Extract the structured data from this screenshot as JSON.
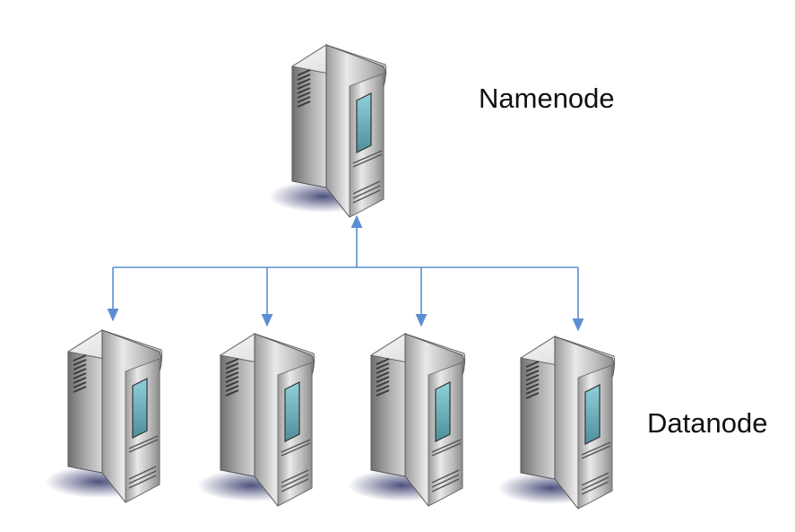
{
  "namenode": {
    "label": "Namenode",
    "icon": "server-tower-icon"
  },
  "datanodes": {
    "label": "Datanode",
    "icon": "server-tower-icon",
    "count": 4
  },
  "colors": {
    "connector": "#5b8fd1",
    "server_body_light": "#f2f2f2",
    "server_body_dark": "#7d7d7d",
    "server_window": "#6fb6c2",
    "shadow": "#3a3f6e"
  }
}
